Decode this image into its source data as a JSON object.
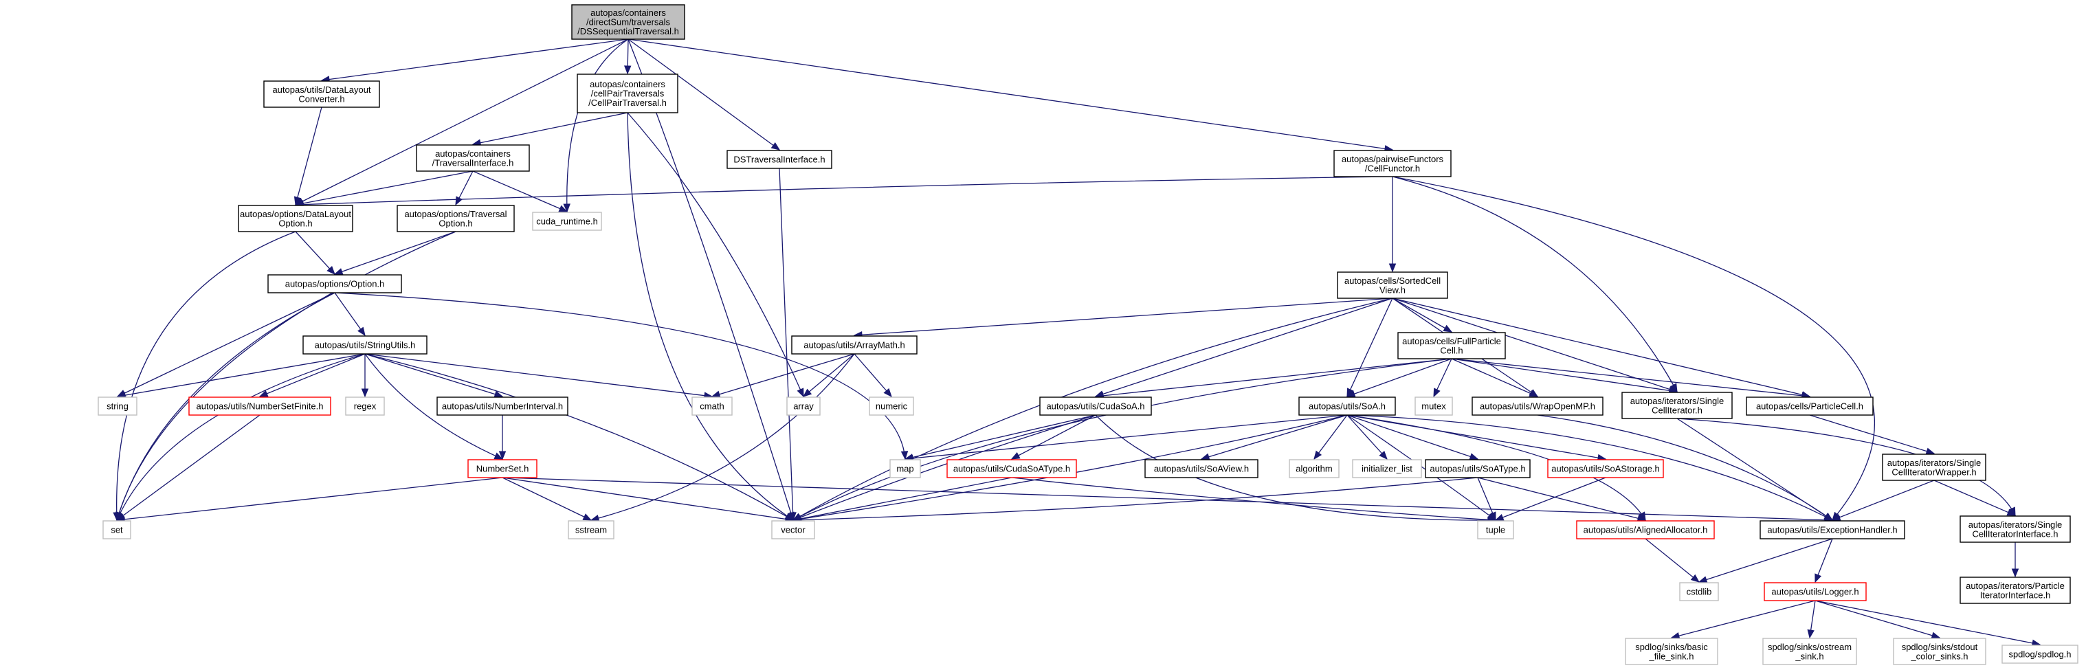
{
  "graph": {
    "colors": {
      "edge": "#191970",
      "root_fill": "#bfbfbf",
      "local_border": "#000000",
      "system_border": "#bfbfbf",
      "truncated_border": "#ff0000"
    },
    "nodes": [
      {
        "id": "root",
        "kind": "root",
        "lines": [
          "autopas/containers",
          "/directSum/traversals",
          "/DSSequentialTraversal.h"
        ]
      },
      {
        "id": "dlconv",
        "kind": "local",
        "lines": [
          "autopas/utils/DataLayout",
          "Converter.h"
        ]
      },
      {
        "id": "cellpair",
        "kind": "local",
        "lines": [
          "autopas/containers",
          "/cellPairTraversals",
          "/CellPairTraversal.h"
        ]
      },
      {
        "id": "dstrav",
        "kind": "local",
        "lines": [
          "DSTraversalInterface.h"
        ]
      },
      {
        "id": "cellfunctor",
        "kind": "local",
        "lines": [
          "autopas/pairwiseFunctors",
          "/CellFunctor.h"
        ]
      },
      {
        "id": "travinterface",
        "kind": "local",
        "lines": [
          "autopas/containers",
          "/TraversalInterface.h"
        ]
      },
      {
        "id": "dlopt",
        "kind": "local",
        "lines": [
          "autopas/options/DataLayout",
          "Option.h"
        ]
      },
      {
        "id": "travopt",
        "kind": "local",
        "lines": [
          "autopas/options/Traversal",
          "Option.h"
        ]
      },
      {
        "id": "cuda_runtime",
        "kind": "system",
        "lines": [
          "cuda_runtime.h"
        ]
      },
      {
        "id": "option",
        "kind": "local",
        "lines": [
          "autopas/options/Option.h"
        ]
      },
      {
        "id": "stringutils",
        "kind": "local",
        "lines": [
          "autopas/utils/StringUtils.h"
        ]
      },
      {
        "id": "string",
        "kind": "system",
        "lines": [
          "string"
        ]
      },
      {
        "id": "numsetfinite",
        "kind": "truncated",
        "lines": [
          "autopas/utils/NumberSetFinite.h"
        ]
      },
      {
        "id": "regex",
        "kind": "system",
        "lines": [
          "regex"
        ]
      },
      {
        "id": "numinterval",
        "kind": "local",
        "lines": [
          "autopas/utils/NumberInterval.h"
        ]
      },
      {
        "id": "numberset",
        "kind": "truncated",
        "lines": [
          "NumberSet.h"
        ]
      },
      {
        "id": "set",
        "kind": "system",
        "lines": [
          "set"
        ]
      },
      {
        "id": "sstream",
        "kind": "system",
        "lines": [
          "sstream"
        ]
      },
      {
        "id": "vector",
        "kind": "system",
        "lines": [
          "vector"
        ]
      },
      {
        "id": "cmath",
        "kind": "system",
        "lines": [
          "cmath"
        ]
      },
      {
        "id": "array",
        "kind": "system",
        "lines": [
          "array"
        ]
      },
      {
        "id": "numeric",
        "kind": "system",
        "lines": [
          "numeric"
        ]
      },
      {
        "id": "arraymath",
        "kind": "local",
        "lines": [
          "autopas/utils/ArrayMath.h"
        ]
      },
      {
        "id": "sortedcell",
        "kind": "local",
        "lines": [
          "autopas/cells/SortedCell",
          "View.h"
        ]
      },
      {
        "id": "fullparticle",
        "kind": "local",
        "lines": [
          "autopas/cells/FullParticle",
          "Cell.h"
        ]
      },
      {
        "id": "cudasoa",
        "kind": "local",
        "lines": [
          "autopas/utils/CudaSoA.h"
        ]
      },
      {
        "id": "soa",
        "kind": "local",
        "lines": [
          "autopas/utils/SoA.h"
        ]
      },
      {
        "id": "mutex",
        "kind": "system",
        "lines": [
          "mutex"
        ]
      },
      {
        "id": "wrapopenmp",
        "kind": "local",
        "lines": [
          "autopas/utils/WrapOpenMP.h"
        ]
      },
      {
        "id": "singlecelliter",
        "kind": "local",
        "lines": [
          "autopas/iterators/Single",
          "CellIterator.h"
        ]
      },
      {
        "id": "particlecell",
        "kind": "local",
        "lines": [
          "autopas/cells/ParticleCell.h"
        ]
      },
      {
        "id": "map",
        "kind": "system",
        "lines": [
          "map"
        ]
      },
      {
        "id": "cudasoatype",
        "kind": "truncated",
        "lines": [
          "autopas/utils/CudaSoAType.h"
        ]
      },
      {
        "id": "soaview",
        "kind": "local",
        "lines": [
          "autopas/utils/SoAView.h"
        ]
      },
      {
        "id": "algorithm",
        "kind": "system",
        "lines": [
          "algorithm"
        ]
      },
      {
        "id": "initlist",
        "kind": "system",
        "lines": [
          "initializer_list"
        ]
      },
      {
        "id": "soatype",
        "kind": "local",
        "lines": [
          "autopas/utils/SoAType.h"
        ]
      },
      {
        "id": "soastorage",
        "kind": "truncated",
        "lines": [
          "autopas/utils/SoAStorage.h"
        ]
      },
      {
        "id": "tuple",
        "kind": "system",
        "lines": [
          "tuple"
        ]
      },
      {
        "id": "alignedalloc",
        "kind": "truncated",
        "lines": [
          "autopas/utils/AlignedAllocator.h"
        ]
      },
      {
        "id": "exception",
        "kind": "local",
        "lines": [
          "autopas/utils/ExceptionHandler.h"
        ]
      },
      {
        "id": "wrapper",
        "kind": "local",
        "lines": [
          "autopas/iterators/Single",
          "CellIteratorWrapper.h"
        ]
      },
      {
        "id": "sciinterface",
        "kind": "local",
        "lines": [
          "autopas/iterators/Single",
          "CellIteratorInterface.h"
        ]
      },
      {
        "id": "cstdlib",
        "kind": "system",
        "lines": [
          "cstdlib"
        ]
      },
      {
        "id": "logger",
        "kind": "truncated",
        "lines": [
          "autopas/utils/Logger.h"
        ]
      },
      {
        "id": "piinterface",
        "kind": "local",
        "lines": [
          "autopas/iterators/Particle",
          "IteratorInterface.h"
        ]
      },
      {
        "id": "basicfilesink",
        "kind": "system",
        "lines": [
          "spdlog/sinks/basic",
          "_file_sink.h"
        ]
      },
      {
        "id": "ostreamsink",
        "kind": "system",
        "lines": [
          "spdlog/sinks/ostream",
          "_sink.h"
        ]
      },
      {
        "id": "stdoutsinks",
        "kind": "system",
        "lines": [
          "spdlog/sinks/stdout",
          "_color_sinks.h"
        ]
      },
      {
        "id": "spdlog",
        "kind": "system",
        "lines": [
          "spdlog/spdlog.h"
        ]
      }
    ]
  }
}
